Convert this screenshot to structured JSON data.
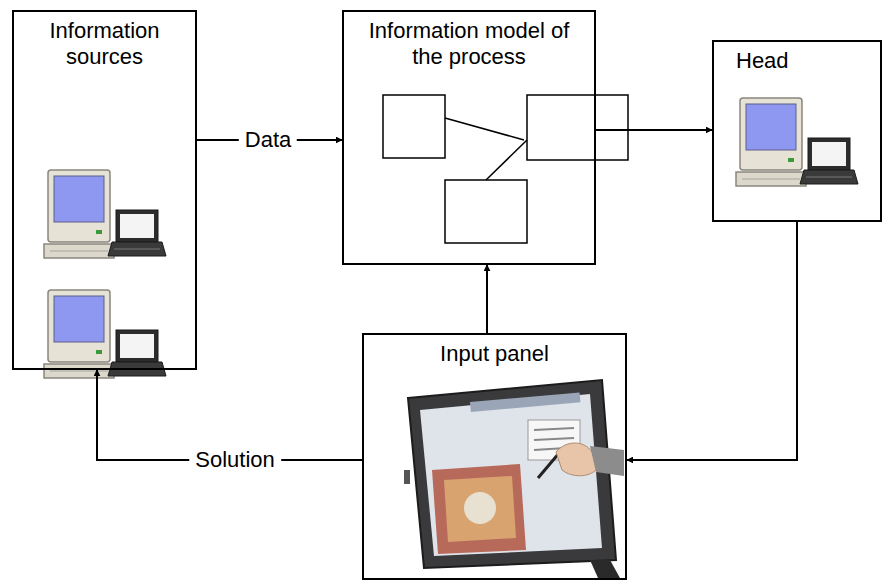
{
  "diagram": {
    "nodes": [
      {
        "text": [
          "Information sources"
        ]
      },
      {
        "text": [
          "Information model of the process"
        ]
      },
      {
        "text": [
          "Head"
        ]
      },
      {
        "text": [
          "Input panel"
        ]
      }
    ],
    "edges": [
      {
        "from": 0,
        "to": 1,
        "label": "Data",
        "arrow": "to"
      },
      {
        "from": 1,
        "to": 2,
        "arrow": "to"
      },
      {
        "from": 2,
        "to": 3,
        "arrow": "to"
      },
      {
        "from": 3,
        "to": 1,
        "arrow": "to"
      },
      {
        "from": 3,
        "to": 0,
        "label": "Solution",
        "arrow": "to"
      }
    ]
  }
}
